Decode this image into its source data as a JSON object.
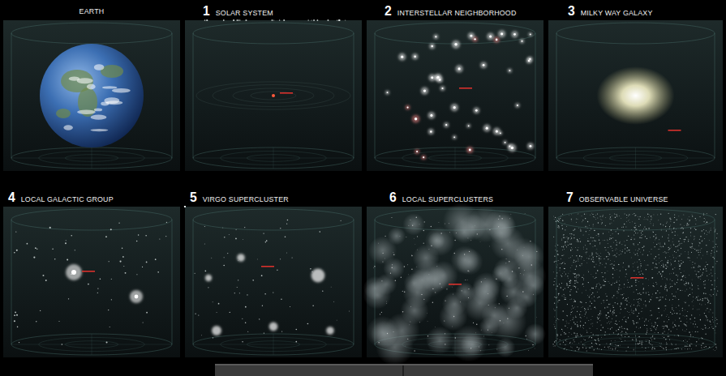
{
  "diagram": {
    "nodes": [
      {
        "text": [
          "EARTH"
        ]
      },
      {
        "text": [
          "1",
          "SOLAR SYSTEM"
        ]
      },
      {
        "text": [
          "2",
          "INTERSTELLAR NEIGHBORHOOD"
        ]
      },
      {
        "text": [
          "3",
          "MILKY WAY GALAXY"
        ]
      },
      {
        "text": [
          "4",
          "LOCAL GALACTIC GROUP"
        ]
      },
      {
        "text": [
          "5",
          "VIRGO SUPERCLUSTER"
        ]
      },
      {
        "text": [
          "6",
          "LOCAL SUPERCLUSTERS"
        ]
      },
      {
        "text": [
          "7",
          "OBSERVABLE UNIVERSE"
        ]
      }
    ]
  }
}
